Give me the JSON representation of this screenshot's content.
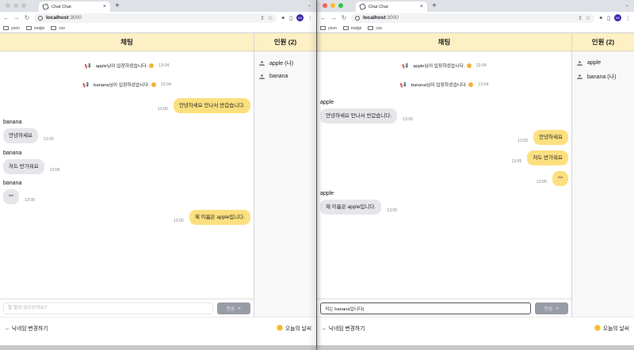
{
  "windows": [
    {
      "id": "left",
      "browser": {
        "tab_title": "Chat Chat",
        "url_host": "localhost",
        "url_port": ":3000",
        "bookmarks": [
          "yoon",
          "malgn",
          "css"
        ],
        "avatar_initials": "KB"
      },
      "chat": {
        "header": "채팅",
        "notices": [
          {
            "text": "apple님이 입장하셨습니다.",
            "time": "13:04"
          },
          {
            "text": "banana님이 입장하셨습니다.",
            "time": "13:04"
          }
        ],
        "messages": [
          {
            "mine": true,
            "sender": "",
            "text": "안녕하세요 만나서 반갑습니다.",
            "time": "13:05"
          },
          {
            "mine": false,
            "sender": "banana",
            "text": "안녕하세요",
            "time": "13:05"
          },
          {
            "mine": false,
            "sender": "banana",
            "text": "저도 반가워요",
            "time": "13:05"
          },
          {
            "mine": false,
            "sender": "banana",
            "text": "^^",
            "time": "13:05"
          },
          {
            "mine": true,
            "sender": "",
            "text": "제 이름은 apple입니다.",
            "time": "13:05"
          }
        ],
        "input_value": "",
        "input_placeholder": "할 말이 있으신가요?",
        "send_label": "전송"
      },
      "users": {
        "header": "인원 (2)",
        "list": [
          "apple (나)",
          "banana"
        ]
      },
      "footer": {
        "change_nickname": "← 닉네임 변경하기",
        "weather": "오늘의 날씨"
      }
    },
    {
      "id": "right",
      "browser": {
        "tab_title": "Chat Chat",
        "url_host": "localhost",
        "url_port": ":3000",
        "bookmarks": [
          "yoon",
          "malgn",
          "css"
        ],
        "avatar_initials": "KB"
      },
      "chat": {
        "header": "채팅",
        "notices": [
          {
            "text": "apple님이 입장하셨습니다.",
            "time": "13:04"
          },
          {
            "text": "banana님이 입장하셨습니다.",
            "time": "13:04"
          }
        ],
        "messages": [
          {
            "mine": false,
            "sender": "apple",
            "text": "안녕하세요 만나서 반갑습니다.",
            "time": "13:05"
          },
          {
            "mine": true,
            "sender": "",
            "text": "안녕하세요",
            "time": "13:05"
          },
          {
            "mine": true,
            "sender": "",
            "text": "저도 반가워요",
            "time": "13:05"
          },
          {
            "mine": true,
            "sender": "",
            "text": "^^",
            "time": "13:05"
          },
          {
            "mine": false,
            "sender": "apple",
            "text": "제 이름은 apple입니다.",
            "time": "13:05"
          }
        ],
        "input_value": "저는 banana입니다|",
        "input_placeholder": "할 말이 있으신가요?",
        "send_label": "전송"
      },
      "users": {
        "header": "인원 (2)",
        "list": [
          "apple",
          "banana (나)"
        ]
      },
      "footer": {
        "change_nickname": "← 닉네임 변경하기",
        "weather": "오늘의 날씨"
      }
    }
  ],
  "icons": {
    "back": "←",
    "forward": "→",
    "reload": "↻",
    "share": "⇧",
    "star": "☆",
    "extensions": "✦",
    "sidepanel": "▯",
    "menu": "⋮",
    "megaphone": "📢",
    "send": "➢",
    "close": "×",
    "newtab": "+",
    "chevron": "⌄"
  }
}
